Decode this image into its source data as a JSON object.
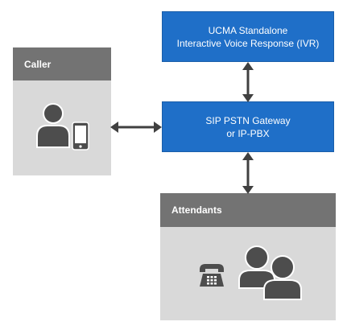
{
  "ivr_box": {
    "line1": "UCMA Standalone",
    "line2": "Interactive Voice Response (IVR)"
  },
  "gateway_box": {
    "line1": "SIP PSTN Gateway",
    "line2": "or IP-PBX"
  },
  "caller_panel": {
    "title": "Caller"
  },
  "attendants_panel": {
    "title": "Attendants"
  },
  "colors": {
    "box_blue": "#1f6fc8",
    "panel_gray": "#d9d9d9",
    "panel_header": "#737373",
    "icon": "#4d4d4d",
    "arrow": "#404040"
  },
  "icons": {
    "caller": [
      "person-icon",
      "mobile-phone-icon"
    ],
    "attendants": [
      "desk-phone-icon",
      "people-group-icon"
    ]
  }
}
